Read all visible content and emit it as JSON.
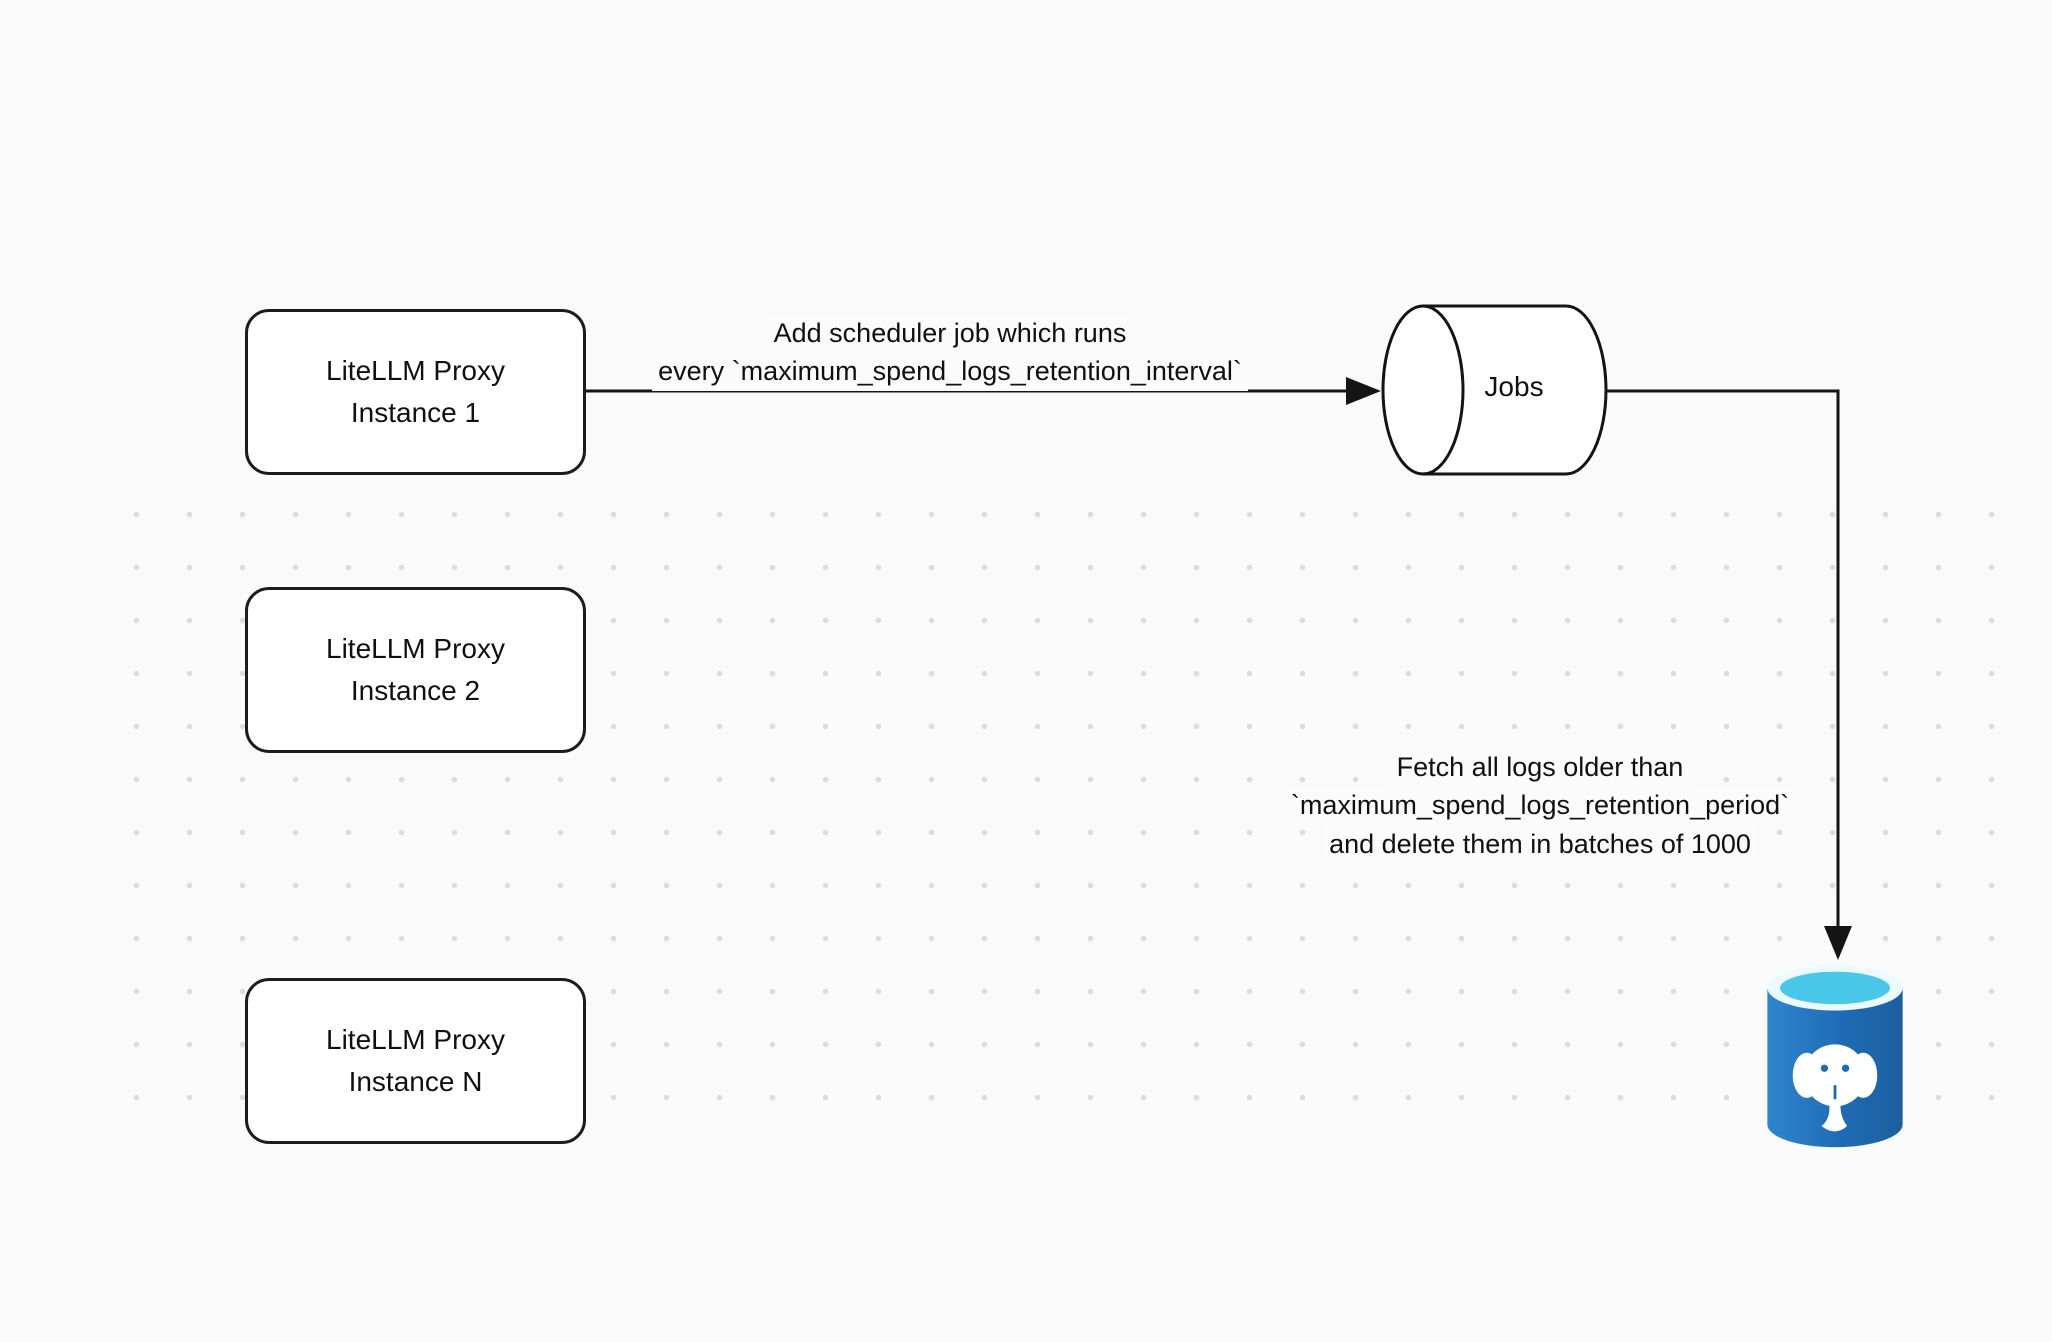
{
  "nodes": {
    "proxy1": {
      "line1": "LiteLLM Proxy",
      "line2": "Instance 1"
    },
    "proxy2": {
      "line1": "LiteLLM Proxy",
      "line2": "Instance 2"
    },
    "proxyN": {
      "line1": "LiteLLM Proxy",
      "line2": "Instance N"
    },
    "jobs": {
      "label": "Jobs"
    },
    "postgres": {
      "icon": "postgresql-database"
    }
  },
  "edges": {
    "scheduler": {
      "line1": "Add scheduler job which runs",
      "line2": "every `maximum_spend_logs_retention_interval`"
    },
    "cleanup": {
      "line1": "Fetch all logs older than",
      "line2": "`maximum_spend_logs_retention_period`",
      "line3": "and delete them in batches of 1000"
    }
  },
  "colors": {
    "stroke": "#141414",
    "node_fill": "#ffffff",
    "background": "#fafafa",
    "postgres_blue": "#1e6bb5",
    "postgres_cyan": "#49c7e8"
  }
}
